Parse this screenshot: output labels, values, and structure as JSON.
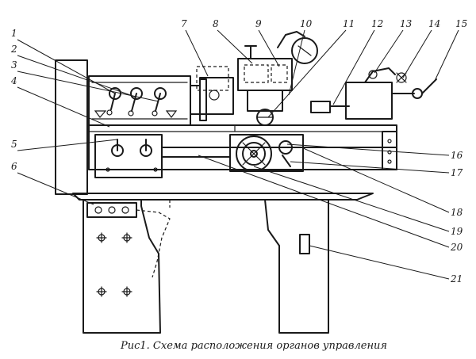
{
  "caption": "Рис1. Схема расположения органов управления",
  "callouts": [
    "1",
    "2",
    "3",
    "4",
    "5",
    "6",
    "7",
    "8",
    "9",
    "10",
    "11",
    "12",
    "13",
    "14",
    "15",
    "16",
    "17",
    "18",
    "19",
    "20",
    "21"
  ]
}
